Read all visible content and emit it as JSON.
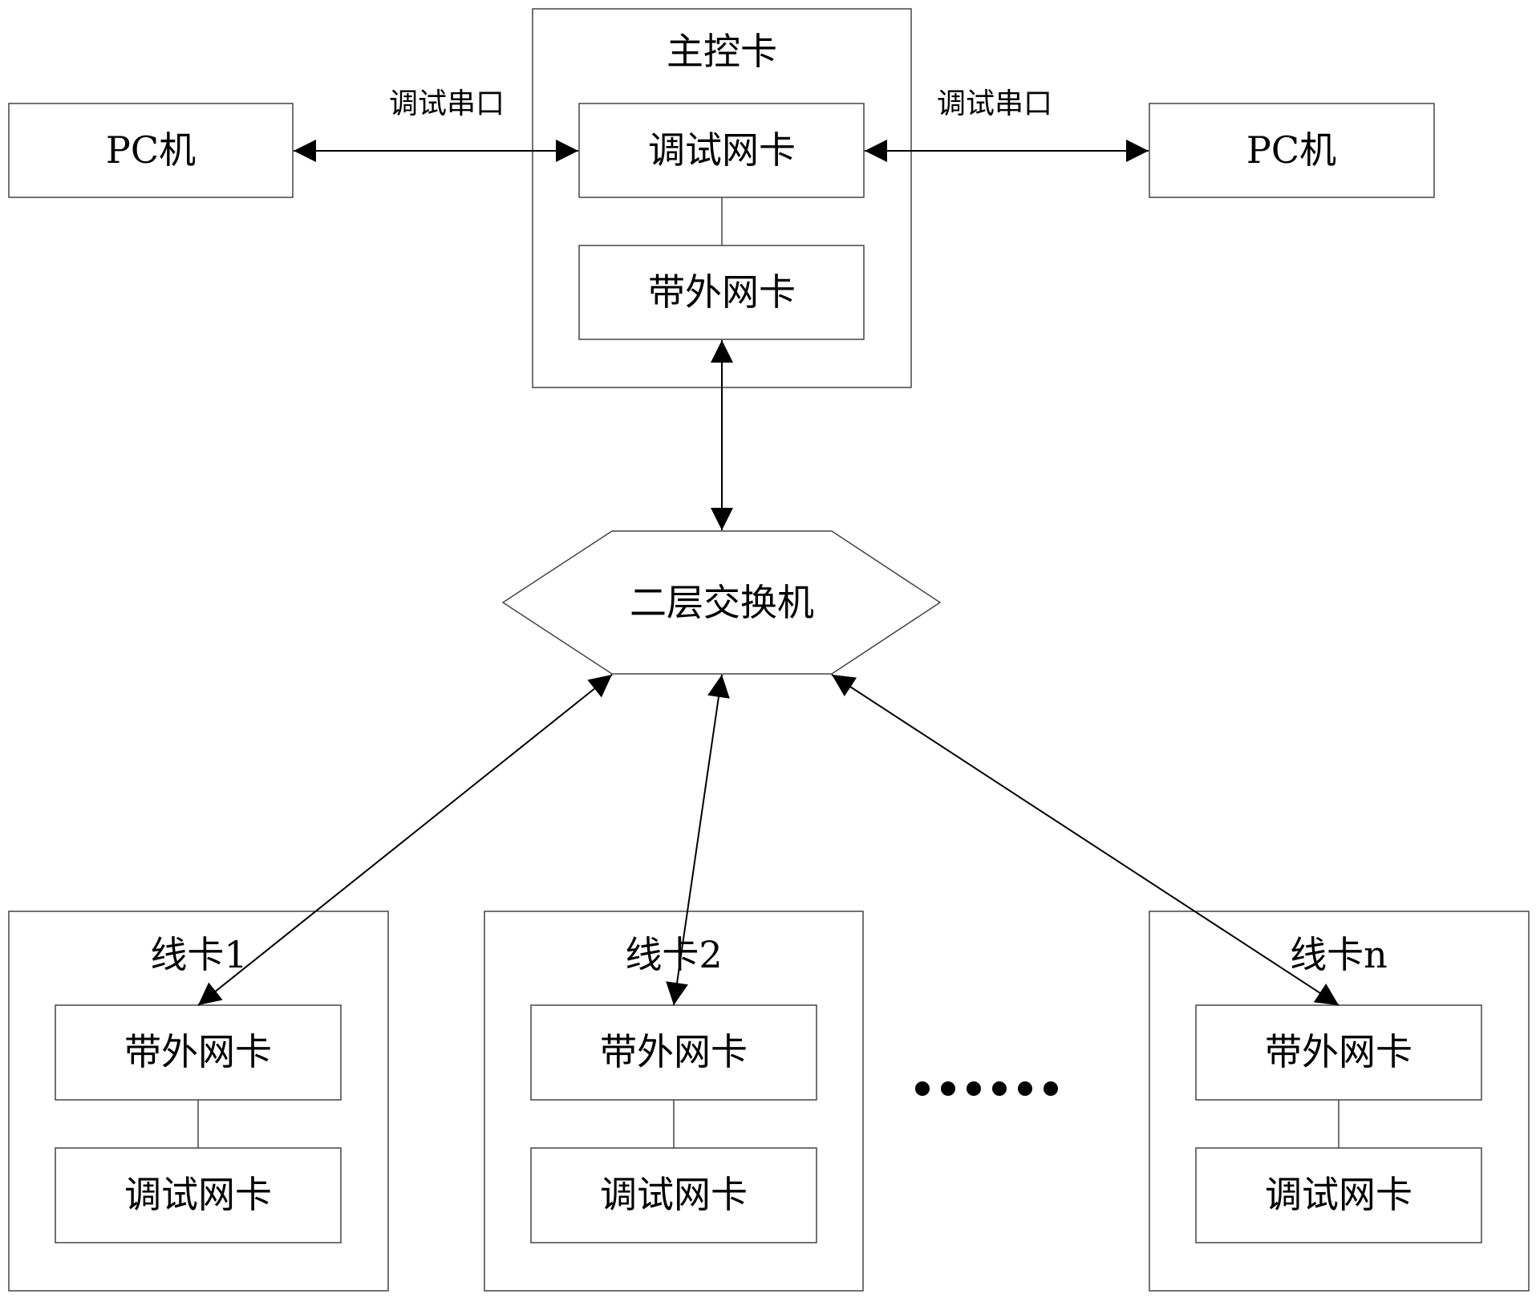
{
  "main_card": {
    "title": "主控卡",
    "debug_nic": "调试网卡",
    "oob_nic": "带外网卡"
  },
  "pc_left": {
    "label": "PC机",
    "link_label": "调试串口"
  },
  "pc_right": {
    "label": "PC机",
    "link_label": "调试串口"
  },
  "switch": {
    "label": "二层交换机"
  },
  "line_cards": [
    {
      "title": "线卡1",
      "oob_nic": "带外网卡",
      "debug_nic": "调试网卡"
    },
    {
      "title": "线卡2",
      "oob_nic": "带外网卡",
      "debug_nic": "调试网卡"
    },
    {
      "title": "线卡n",
      "oob_nic": "带外网卡",
      "debug_nic": "调试网卡"
    }
  ],
  "ellipsis": {
    "dot_count": 6
  },
  "colors": {
    "line": "#000000",
    "box_border": "#444444",
    "background": "#ffffff"
  }
}
